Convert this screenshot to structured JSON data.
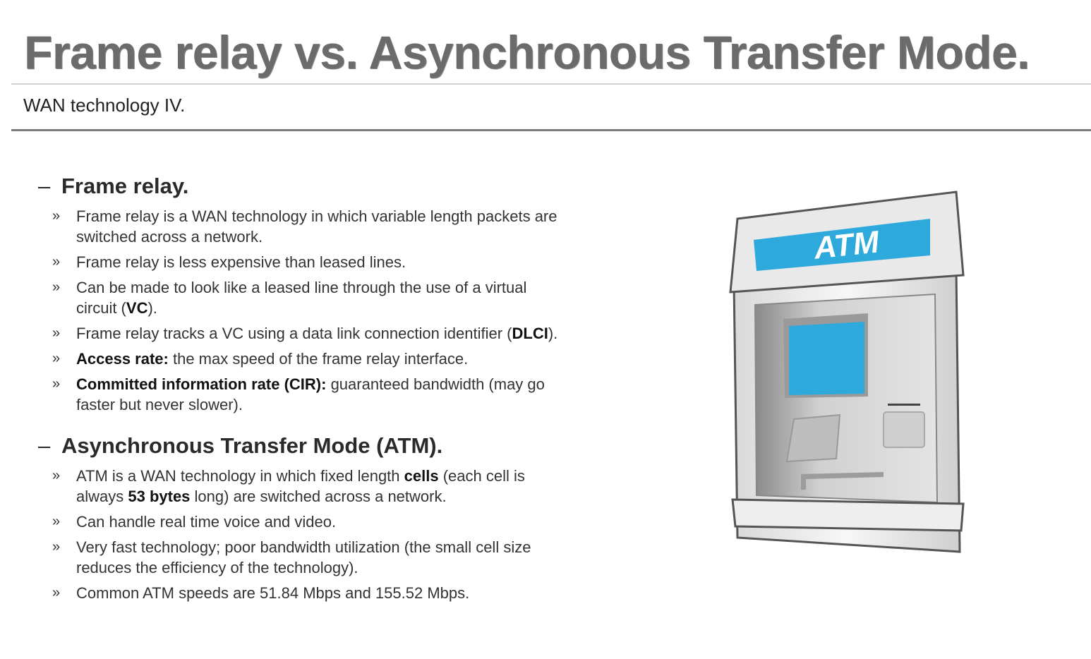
{
  "title": "Frame relay vs. Asynchronous Transfer Mode.",
  "subtitle": "WAN technology IV.",
  "bullet_marker": "»",
  "section_dash": "–",
  "sections": [
    {
      "heading": "Frame relay.",
      "bullets": [
        [
          {
            "t": "Frame relay is a WAN technology in which variable length packets are switched across a network."
          }
        ],
        [
          {
            "t": "Frame relay is less expensive than leased lines."
          }
        ],
        [
          {
            "t": "Can be made to look like a leased line through the use of a virtual circuit ("
          },
          {
            "t": "VC",
            "b": true
          },
          {
            "t": ")."
          }
        ],
        [
          {
            "t": "Frame relay tracks a VC using a data link connection identifier ("
          },
          {
            "t": "DLCI",
            "b": true
          },
          {
            "t": ")."
          }
        ],
        [
          {
            "t": "Access rate:",
            "b": true
          },
          {
            "t": " the max speed of the frame relay interface."
          }
        ],
        [
          {
            "t": "Committed information rate (CIR):",
            "b": true
          },
          {
            "t": " guaranteed bandwidth (may go faster but never slower)."
          }
        ]
      ]
    },
    {
      "heading": "Asynchronous Transfer Mode (ATM).",
      "bullets": [
        [
          {
            "t": "ATM is a WAN technology in which fixed length "
          },
          {
            "t": "cells",
            "b": true
          },
          {
            "t": " (each cell is always "
          },
          {
            "t": "53 bytes",
            "b": true
          },
          {
            "t": " long) are switched across a network."
          }
        ],
        [
          {
            "t": "Can handle real time voice and video."
          }
        ],
        [
          {
            "t": "Very fast technology; poor bandwidth utilization (the small cell size reduces the efficiency of the technology)."
          }
        ],
        [
          {
            "t": "Common ATM speeds are 51.84 Mbps and 155.52 Mbps."
          }
        ]
      ]
    }
  ],
  "atm_illustration": {
    "sign_text": "ATM",
    "icon": "atm-machine-icon",
    "colors": {
      "screen": "#2ea9dc",
      "body": "#f2f2f2",
      "outline": "#555555"
    }
  }
}
